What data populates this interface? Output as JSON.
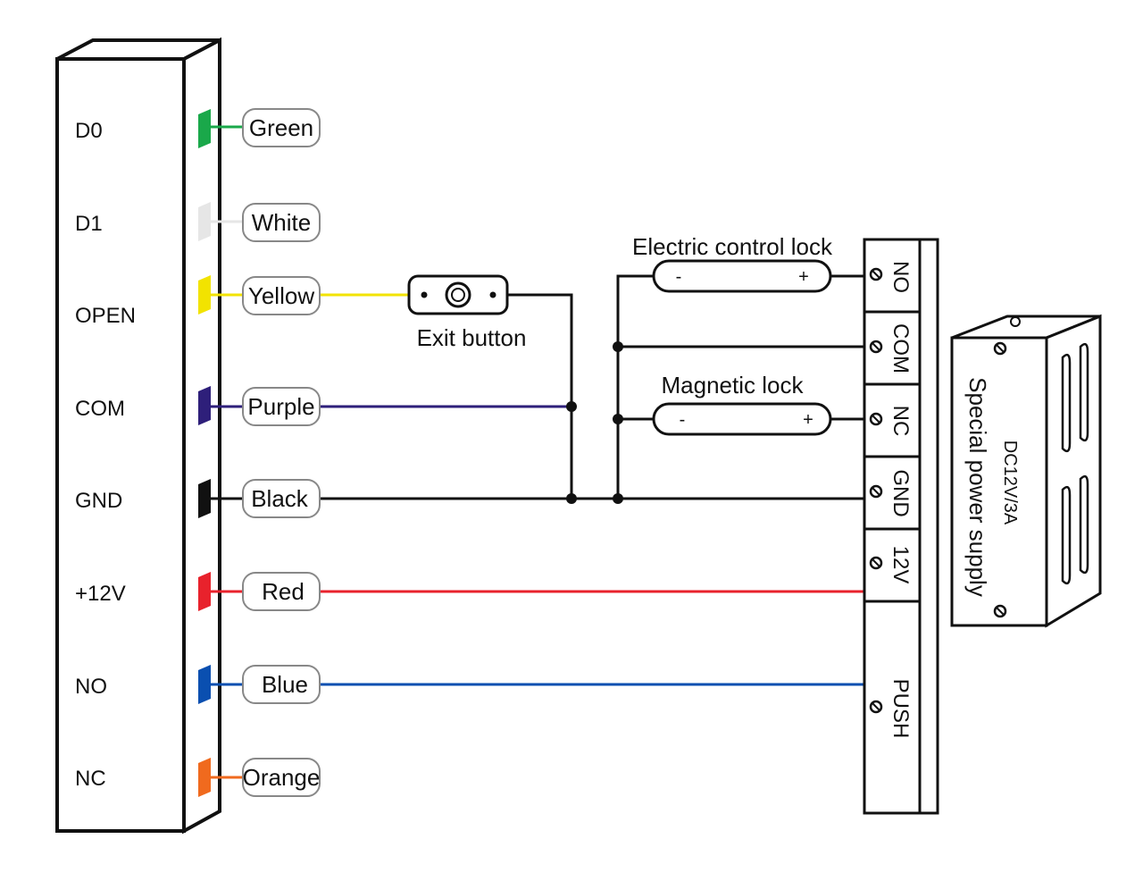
{
  "controller": {
    "pins": [
      {
        "label": "D0"
      },
      {
        "label": "D1"
      },
      {
        "label": "OPEN"
      },
      {
        "label": "COM"
      },
      {
        "label": "GND"
      },
      {
        "label": "+12V"
      },
      {
        "label": "NO"
      },
      {
        "label": "NC"
      }
    ]
  },
  "wires": [
    {
      "label": "Green",
      "color": "#1aa84a"
    },
    {
      "label": "White",
      "color": "#e6e6e6"
    },
    {
      "label": "Yellow",
      "color": "#f2e300"
    },
    {
      "label": "Purple",
      "color": "#2e1f7a"
    },
    {
      "label": "Black",
      "color": "#111111"
    },
    {
      "label": "Red",
      "color": "#e8222c"
    },
    {
      "label": "Blue",
      "color": "#0a4fb0"
    },
    {
      "label": "Orange",
      "color": "#f06a1e"
    }
  ],
  "exit_button": {
    "label": "Exit button"
  },
  "electric_lock": {
    "label": "Electric control lock",
    "minus": "-",
    "plus": "+"
  },
  "magnetic_lock": {
    "label": "Magnetic lock",
    "minus": "-",
    "plus": "+"
  },
  "terminal_block": {
    "terminals": [
      {
        "label": "NO"
      },
      {
        "label": "COM"
      },
      {
        "label": "NC"
      },
      {
        "label": "GND"
      },
      {
        "label": "12V"
      },
      {
        "label": "PUSH"
      }
    ]
  },
  "power_supply": {
    "label": "Special power supply",
    "rating": "DC12V/3A"
  }
}
